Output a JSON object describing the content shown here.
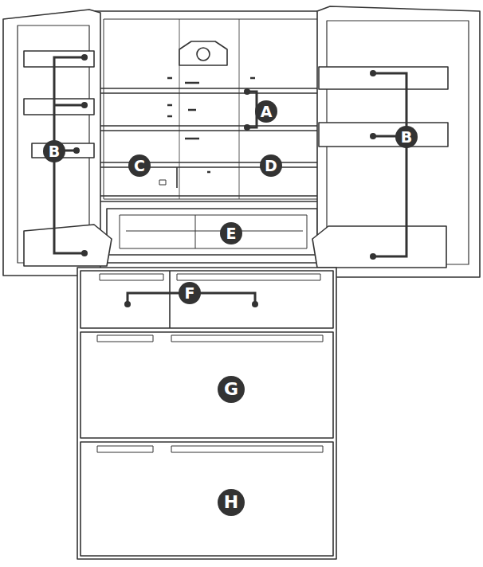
{
  "diagram": {
    "labels": [
      "A",
      "B",
      "B",
      "C",
      "D",
      "E",
      "F",
      "G",
      "H"
    ]
  }
}
